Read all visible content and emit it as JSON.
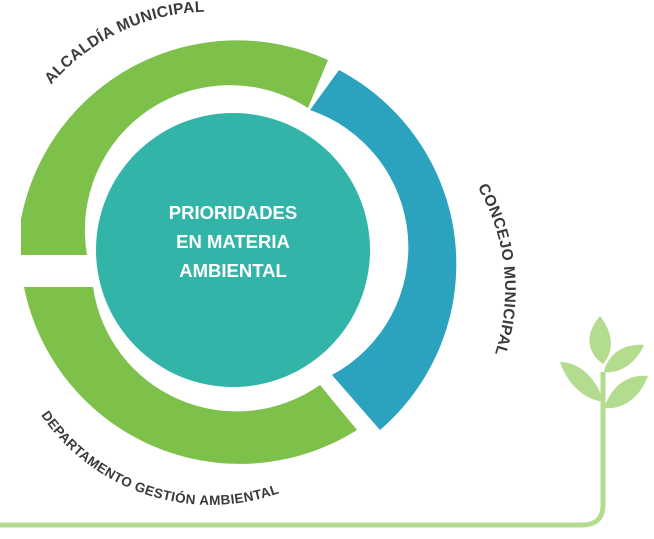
{
  "diagram": {
    "center": {
      "lines": [
        "PRIORIDADES",
        "EN MATERIA",
        "AMBIENTAL"
      ],
      "color": "#32b5a8"
    },
    "segments": [
      {
        "label": "ALCALDÍA MUNICIPAL",
        "color": "#7dc14b"
      },
      {
        "label": "CONCEJO MUNICIPAL",
        "color": "#2ba3bf"
      },
      {
        "label": "DEPARTAMENTO GESTIÓN AMBIENTAL",
        "color": "#7dc14b"
      }
    ],
    "decoration": {
      "plant_color": "#b3dc8f",
      "line_color": "#b3dc8f"
    }
  }
}
